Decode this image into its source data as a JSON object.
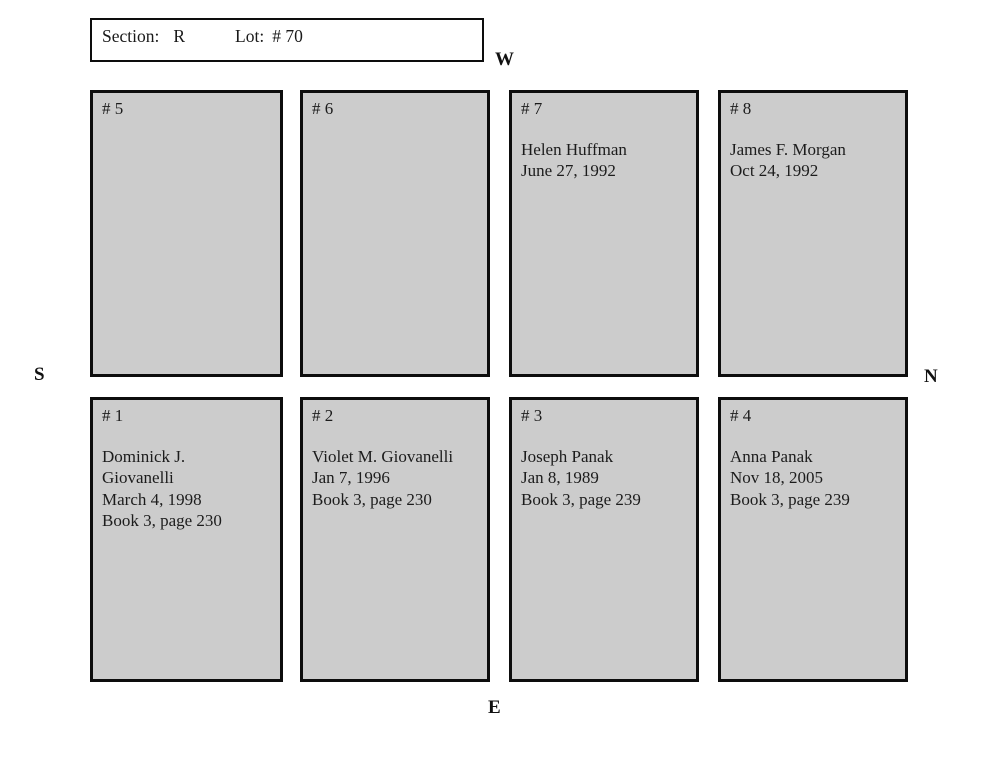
{
  "header": {
    "section_label": "Section:",
    "section_value": "R",
    "lot_label": "Lot:",
    "lot_value": "# 70"
  },
  "compass": {
    "west": "W",
    "south": "S",
    "north": "N",
    "east": "E"
  },
  "colors": {
    "plot_fill": "#cccccc",
    "border": "#0d0d0d",
    "background": "#ffffff"
  },
  "plots": [
    {
      "number": "# 5",
      "lines": []
    },
    {
      "number": "# 6",
      "lines": []
    },
    {
      "number": "# 7",
      "lines": [
        "Helen Huffman",
        "June 27, 1992"
      ]
    },
    {
      "number": "# 8",
      "lines": [
        "James F. Morgan",
        "Oct 24, 1992"
      ]
    },
    {
      "number": "# 1",
      "lines": [
        "Dominick J.",
        "Giovanelli",
        "March 4, 1998",
        "Book 3, page 230"
      ]
    },
    {
      "number": "# 2",
      "lines": [
        "Violet M. Giovanelli",
        "Jan 7, 1996",
        "Book 3, page 230"
      ]
    },
    {
      "number": "# 3",
      "lines": [
        "Joseph Panak",
        "Jan 8, 1989",
        "Book 3, page 239"
      ]
    },
    {
      "number": "# 4",
      "lines": [
        "Anna Panak",
        "Nov 18, 2005",
        "Book 3, page 239"
      ]
    }
  ]
}
